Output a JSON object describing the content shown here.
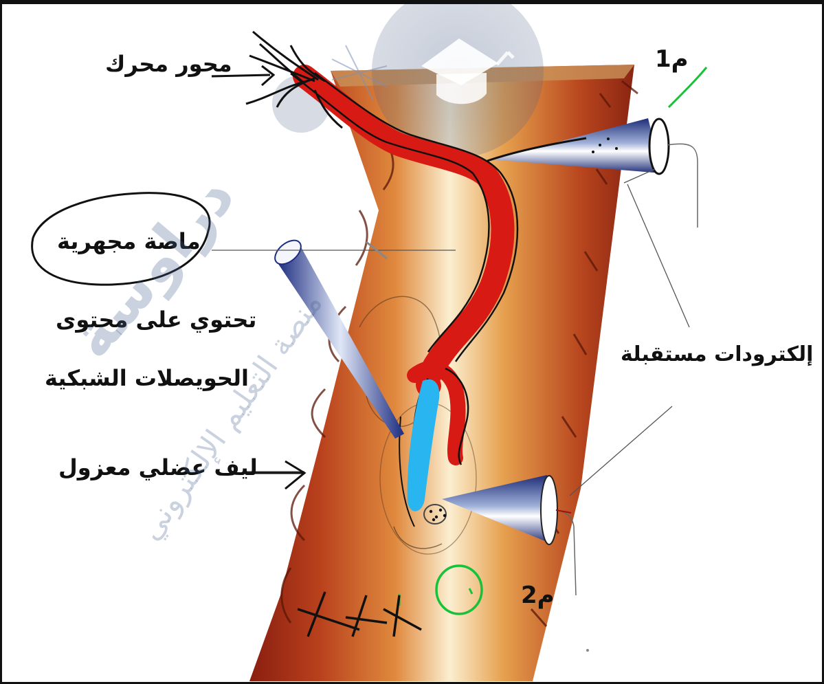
{
  "labels": {
    "motor_axon": "محور محرك",
    "micropipette": "ماصة مجهرية",
    "contains_line1": "تحتوي على محتوى",
    "contains_line2": "الحويصلات الشبكية",
    "isolated_fiber": "ليف عضلي معزول",
    "receiving_electrodes": "إلكترودات مستقبلة",
    "m1": "م1",
    "m2": "م2"
  },
  "watermark": {
    "brand": "دراوسة",
    "tagline": "منصة التعليم الإلكتروني"
  },
  "colors": {
    "axon": "#d81a14",
    "vesicle_content": "#29b6f0",
    "muscle_fiber": "#b8401c",
    "highlight": "#f3d49a",
    "annotation_green": "#17c23a",
    "electrode_blue": "#2b3f8e"
  }
}
